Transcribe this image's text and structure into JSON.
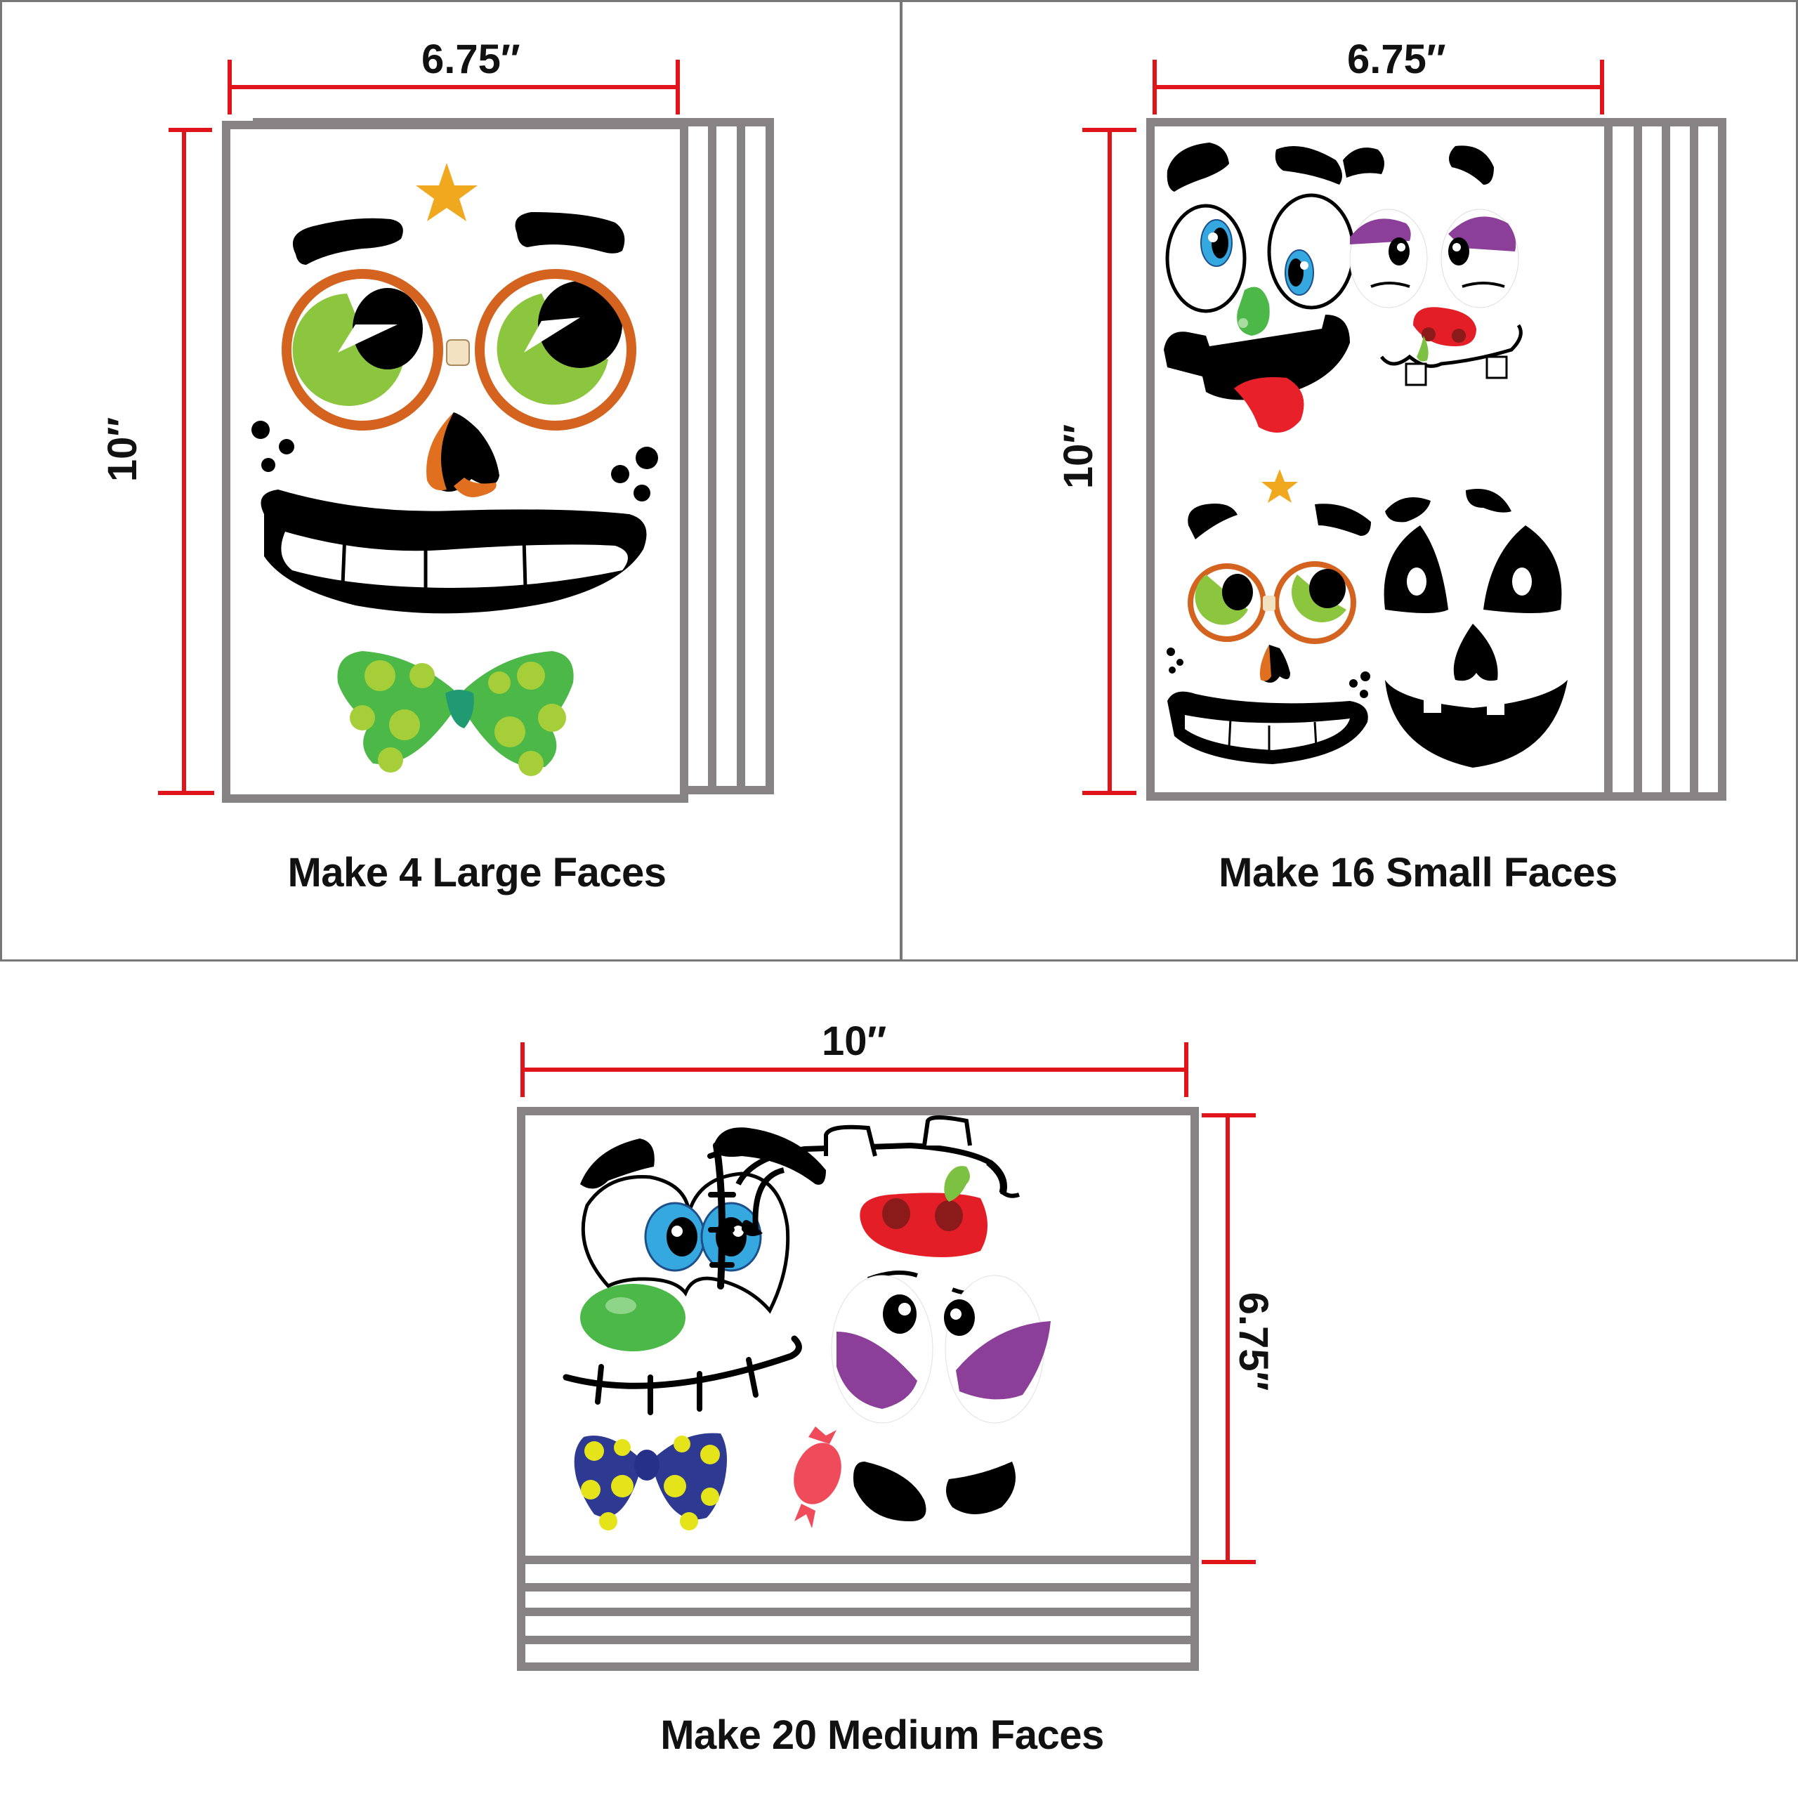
{
  "panels": [
    {
      "id": "large",
      "width_label": "6.75″",
      "height_label": "10″",
      "caption": "Make 4 Large Faces",
      "sheet_count": 4,
      "face_count": 4,
      "face_size": "Large"
    },
    {
      "id": "small",
      "width_label": "6.75″",
      "height_label": "10″",
      "caption": "Make 16 Small Faces",
      "sheet_count": 5,
      "face_count": 16,
      "face_size": "Small"
    },
    {
      "id": "medium",
      "width_label": "10″",
      "height_label": "6.75″",
      "caption": "Make 20 Medium Faces",
      "sheet_count": 5,
      "face_count": 20,
      "face_size": "Medium"
    }
  ],
  "colors": {
    "dimension_line": "#e0141b",
    "sheet_border": "#878384",
    "panel_border": "#777777",
    "text": "#111111",
    "star": "#f0a81e",
    "glasses": "#d3631f",
    "eye_green": "#8cc63f",
    "bowtie_green": "#4cb848",
    "bowtie_dots": "#a6ce39",
    "iris_blue": "#35a8e0",
    "nose_green": "#4cb848",
    "tongue_red": "#e8202a",
    "nose_red": "#e41e26",
    "eyelid_purple": "#8b3f98",
    "bowtie_blue": "#2e3a92",
    "bowtie_yellow": "#e5e31a",
    "candy_pink": "#ef4b5a"
  }
}
